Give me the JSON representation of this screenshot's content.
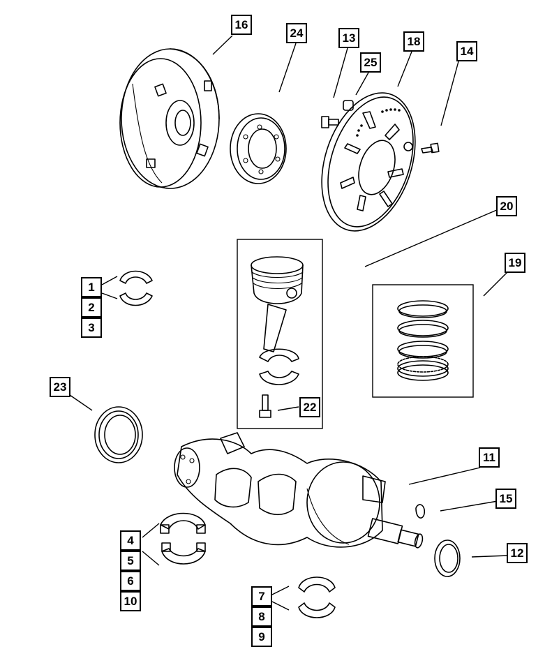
{
  "callouts": {
    "c16": "16",
    "c24": "24",
    "c13": "13",
    "c25": "25",
    "c18": "18",
    "c14": "14",
    "c20": "20",
    "c19": "19",
    "c1": "1",
    "c2": "2",
    "c3": "3",
    "c23": "23",
    "c22": "22",
    "c11": "11",
    "c15": "15",
    "c12": "12",
    "c4": "4",
    "c5": "5",
    "c6": "6",
    "c10": "10",
    "c7": "7",
    "c8": "8",
    "c9": "9"
  },
  "colors": {
    "line": "#000000",
    "background": "#ffffff"
  }
}
